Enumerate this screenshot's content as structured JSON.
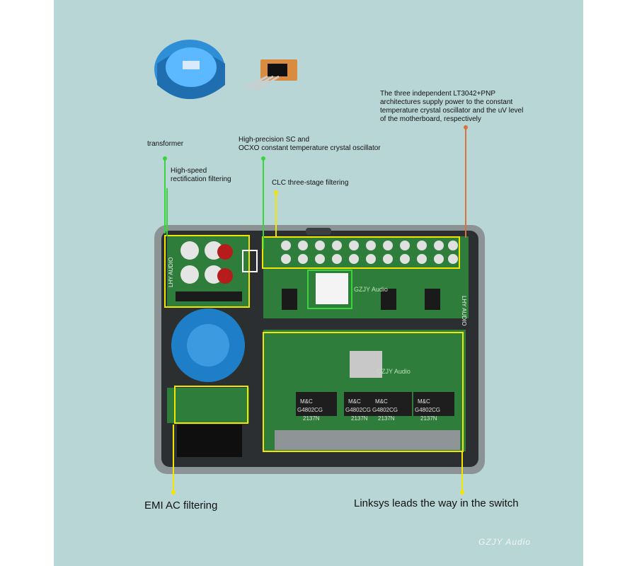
{
  "labels": {
    "transformer": "transformer",
    "rectification": "High-speed\nrectification filtering",
    "ocxo": "High-precision SC and\nOCXO constant temperature crystal oscillator",
    "clc": "CLC three-stage filtering",
    "lt3042": "The three independent LT3042+PNP\narchitectures supply power to the constant\ntemperature crystal oscillator and the uV level\nof the motherboard, respectively",
    "emi": "EMI AC filtering",
    "switch": "Linksys leads the way in the switch"
  },
  "board_marks": {
    "brand_vertical_left": "LHY AUDIO",
    "brand_vertical_right": "LHY AUDIO",
    "watermark_center": "GZJY Audio",
    "watermark_switch": "GZJY Audio",
    "watermark_corner": "GZJY Audio",
    "chip_labels": [
      "G4802CG",
      "G4802CG",
      "G4802CG",
      "G4802CG"
    ],
    "chip_codes": [
      "2137N",
      "2137N",
      "2137N",
      "2137N"
    ],
    "chip_brand": "M&C"
  },
  "colors": {
    "background": "#b9d6d6",
    "highlight_yellow": "#f2e600",
    "leader_green": "#39d43b",
    "leader_orange": "#d8733f",
    "pcb_green": "#2f7d3a",
    "chassis_gray": "#8b9394"
  }
}
